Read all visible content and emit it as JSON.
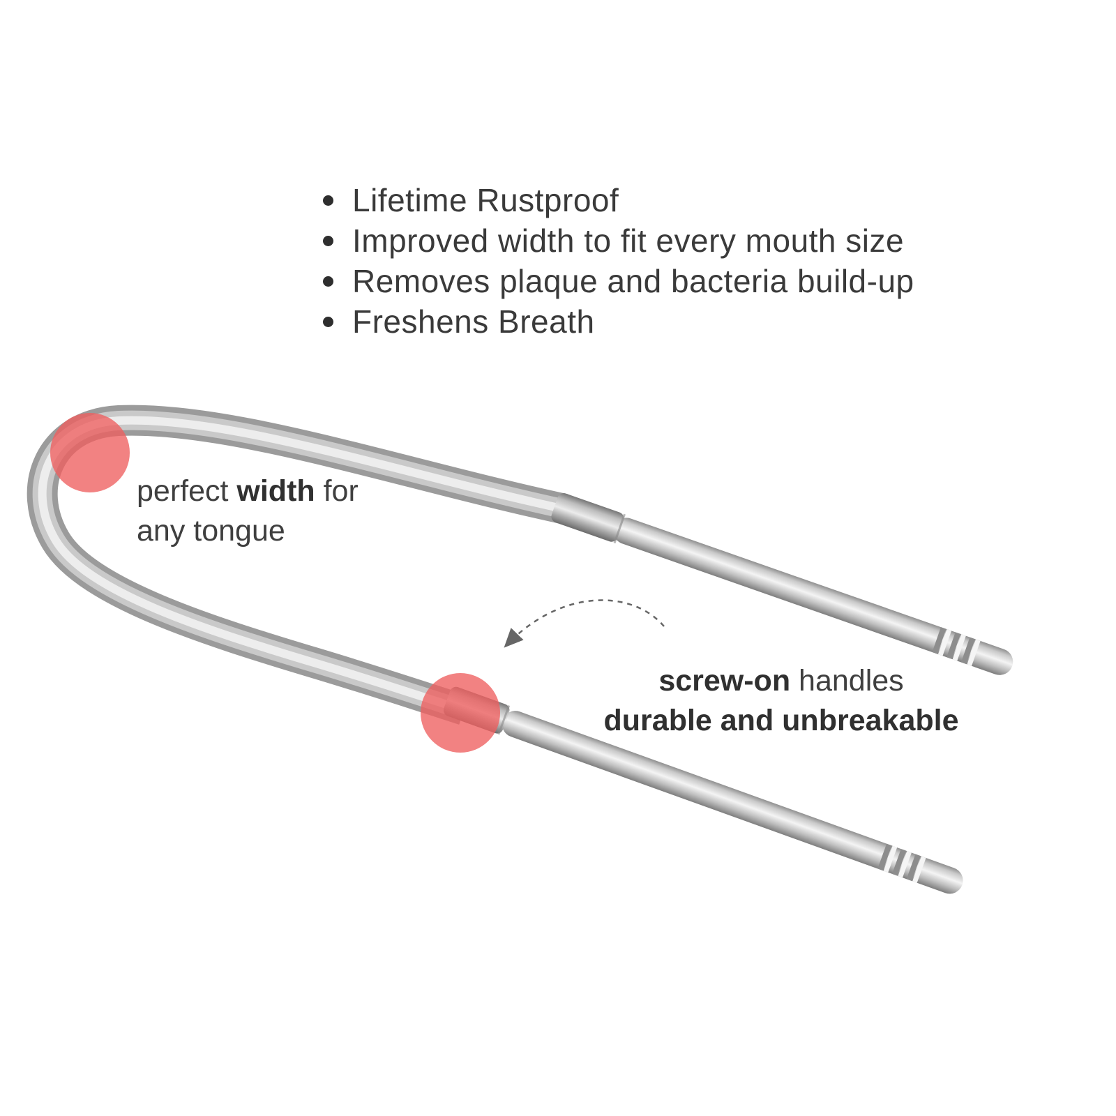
{
  "features": {
    "items": [
      "Lifetime Rustproof",
      "Improved width to fit every mouth size",
      "Removes plaque and bacteria build-up",
      "Freshens Breath"
    ]
  },
  "callouts": {
    "width": {
      "pre": "perfect ",
      "bold": "width",
      "post": " for",
      "line2": "any tongue"
    },
    "handle": {
      "bold1": "screw-on",
      "rest1": " handles",
      "bold2": "durable and unbreakable"
    }
  },
  "colors": {
    "highlight_circle": "#ee5f5f",
    "text_dark": "#3a3a3a",
    "arrow": "#666666",
    "metal_base": "#9e9e9e"
  }
}
